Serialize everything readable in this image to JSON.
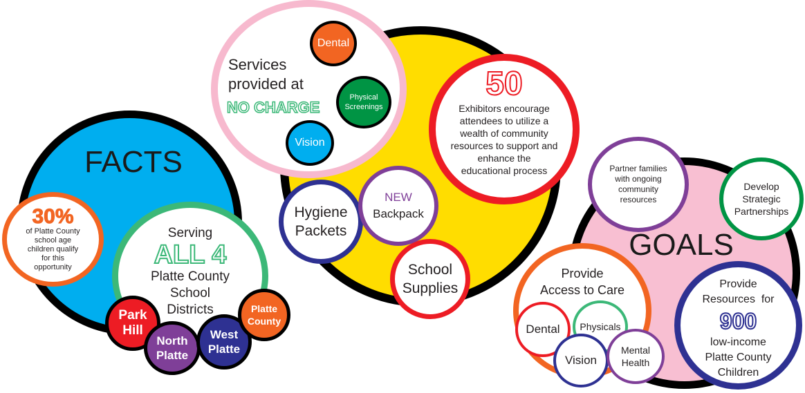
{
  "colors": {
    "black": "#000000",
    "cyan": "#00aeef",
    "yellow": "#ffdd00",
    "pink": "#f7b9ce",
    "light_pink": "#f8bfd2",
    "red": "#ed1c24",
    "orange": "#f26522",
    "green": "#3cb878",
    "dark_green": "#009444",
    "purple": "#7f3f98",
    "navy": "#2e3192",
    "dark_purple": "#662d91",
    "gray_text": "#231f20"
  },
  "facts": {
    "title": "FACTS",
    "stat": {
      "value": "30%",
      "text": [
        "of Platte County",
        "school age",
        "children qualify",
        "for this",
        "opportunity"
      ]
    },
    "serving": {
      "line1": "Serving",
      "highlight": "ALL 4",
      "lines": [
        "Platte County",
        "School",
        "Districts"
      ]
    },
    "districts": [
      {
        "lines": [
          "Park",
          "Hill"
        ]
      },
      {
        "lines": [
          "North",
          "Platte"
        ]
      },
      {
        "lines": [
          "West",
          "Platte"
        ]
      },
      {
        "lines": [
          "Platte",
          "County"
        ]
      }
    ]
  },
  "services": {
    "lines": [
      "Services",
      "provided at"
    ],
    "highlight": "NO CHARGE",
    "items": [
      {
        "label": "Dental"
      },
      {
        "lines": [
          "Physical",
          "Screenings"
        ]
      },
      {
        "label": "Vision"
      }
    ]
  },
  "exhibitors": {
    "value": "50",
    "lines": [
      "Exhibitors encourage",
      "attendees to utilize a",
      "wealth of community",
      "resources to support and",
      "enhance the",
      "educational process"
    ]
  },
  "supplies": {
    "hygiene": [
      "Hygiene",
      "Packets"
    ],
    "backpack": {
      "new": "NEW",
      "label": "Backpack"
    },
    "school": [
      "School",
      "Supplies"
    ]
  },
  "goals": {
    "title": "GOALS",
    "partner": [
      "Partner families",
      "with ongoing",
      "community",
      "resources"
    ],
    "develop": [
      "Develop",
      "Strategic",
      "Partnerships"
    ],
    "access": {
      "lines": [
        "Provide",
        "Access to Care"
      ],
      "items": [
        {
          "label": "Dental"
        },
        {
          "label": "Physicals"
        },
        {
          "label": "Vision"
        },
        {
          "lines": [
            "Mental",
            "Health"
          ]
        }
      ]
    },
    "resources": {
      "lines": [
        "Provide",
        "Resources  for"
      ],
      "value": "900",
      "lines2": [
        "low-income",
        "Platte County",
        "Children"
      ]
    }
  }
}
